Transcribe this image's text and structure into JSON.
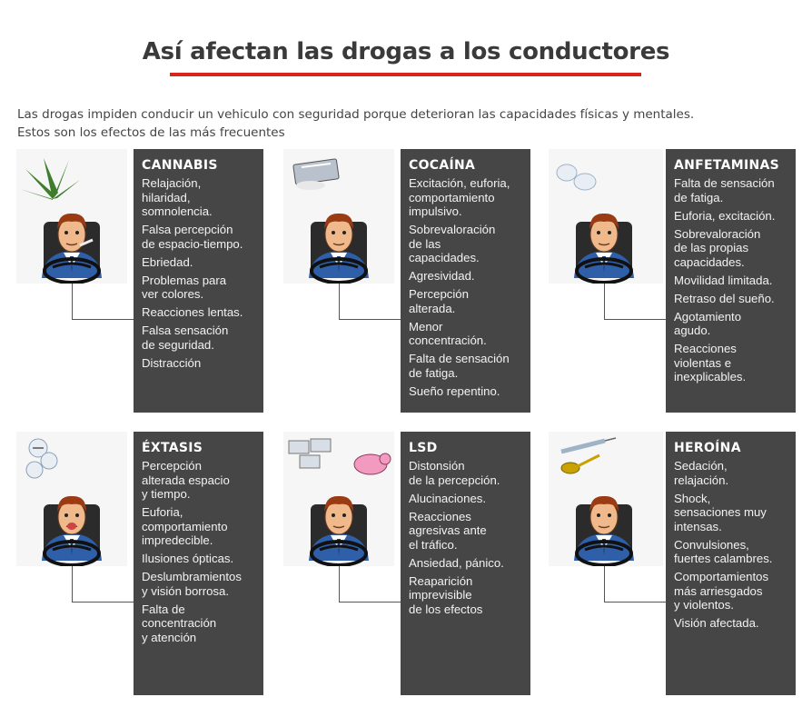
{
  "title": "Así afectan las drogas a los conductores",
  "intro": {
    "line1": "Las drogas impiden conducir un vehiculo con seguridad porque deterioran las capacidades físicas y mentales.",
    "line2": "Estos son los efectos de las más frecuentes"
  },
  "colors": {
    "accent": "#d9231d",
    "panel": "#464646"
  },
  "drugs": [
    {
      "name": "CANNABIS",
      "icon": "cannabis-leaf-icon",
      "effects": [
        "Relajación,\nhilaridad,\nsomnolencia.",
        "Falsa percepción\nde espacio-tiempo.",
        "Ebriedad.",
        "Problemas para\nver colores.",
        "Reacciones lentas.",
        "Falsa sensación\nde seguridad.",
        "Distracción"
      ]
    },
    {
      "name": "COCAÍNA",
      "icon": "cocaine-card-icon",
      "effects": [
        "Excitación, euforia,\ncomportamiento\nimpulsivo.",
        "Sobrevaloración\nde las\ncapacidades.",
        "Agresividad.",
        "Percepción\nalterada.",
        "Menor\nconcentración.",
        "Falta de sensación\nde fatiga.",
        "Sueño repentino."
      ]
    },
    {
      "name": "ANFETAMINAS",
      "icon": "pills-icon",
      "effects": [
        "Falta de sensación\nde fatiga.",
        "Euforia, excitación.",
        "Sobrevaloración\nde las propias\ncapacidades.",
        "Movilidad limitada.",
        "Retraso del sueño.",
        "Agotamiento\nagudo.",
        "Reacciones\nviolentas e\ninexplicables."
      ]
    },
    {
      "name": "ÉXTASIS",
      "icon": "ecstasy-pills-icon",
      "effects": [
        "Percepción\nalterada espacio\ny tiempo.",
        "Euforia,\ncomportamiento\nimpredecible.",
        "Ilusiones ópticas.",
        "Deslumbramientos\ny visión borrosa.",
        "Falta de\nconcentración\ny atención"
      ]
    },
    {
      "name": "LSD",
      "icon": "lsd-tabs-icon",
      "effects": [
        "Distonsión\nde la percepción.",
        "Alucinaciones.",
        "Reacciones\nagresivas ante\nel tráfico.",
        "Ansiedad, pánico.",
        "Reaparición\nimprevisible\nde los efectos"
      ]
    },
    {
      "name": "HEROÍNA",
      "icon": "syringe-spoon-icon",
      "effects": [
        "Sedación,\nrelajación.",
        "Shock,\nsensaciones muy\nintensas.",
        "Convulsiones,\nfuertes calambres.",
        "Comportamientos\nmás arriesgados\ny violentos.",
        "Visión afectada."
      ]
    }
  ]
}
